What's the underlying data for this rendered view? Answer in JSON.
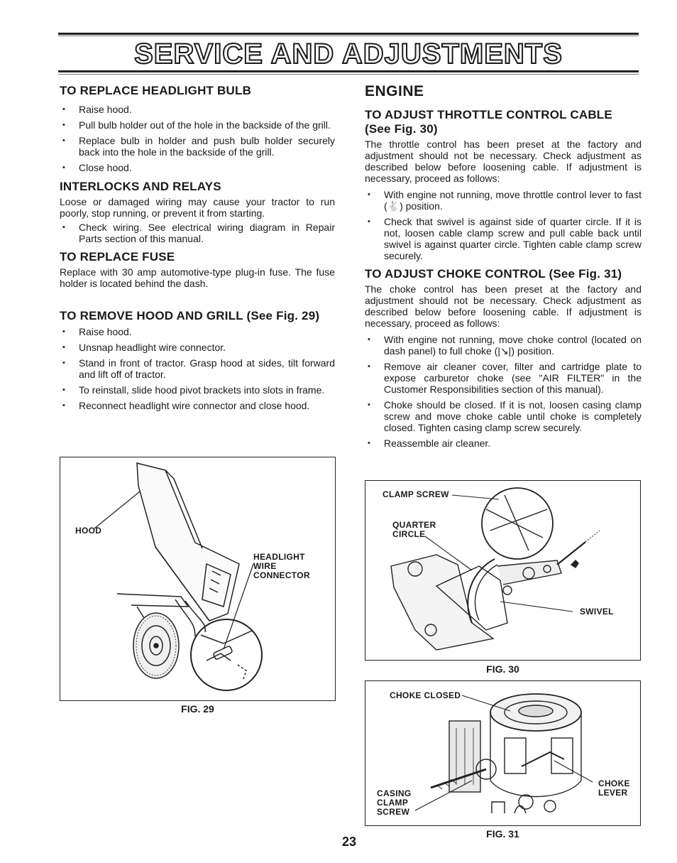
{
  "header": {
    "title": "SERVICE AND ADJUSTMENTS"
  },
  "left_column": {
    "headlight": {
      "heading": "TO REPLACE HEADLIGHT BULB",
      "bullets": [
        "Raise hood.",
        "Pull bulb holder out of the hole in the backside of the grill.",
        "Replace bulb in holder and push bulb holder securely back into the hole in the backside of the grill.",
        "Close hood."
      ]
    },
    "interlocks": {
      "heading": "INTERLOCKS AND RELAYS",
      "paragraph": "Loose or damaged wiring may cause your tractor to run poorly, stop running, or prevent it from starting.",
      "bullets": [
        "Check wiring. See electrical wiring diagram in Repair Parts section of this manual."
      ]
    },
    "fuse": {
      "heading": "TO REPLACE FUSE",
      "paragraph": "Replace with 30 amp automotive-type plug-in fuse. The fuse holder is located behind the dash."
    },
    "hood": {
      "heading": "TO REMOVE HOOD AND GRILL (See Fig. 29)",
      "bullets": [
        "Raise hood.",
        "Unsnap headlight wire connector.",
        "Stand in front of tractor. Grasp hood at sides, tilt forward and lift off of tractor.",
        "To reinstall, slide hood pivot brackets into slots in frame.",
        "Reconnect headlight wire connector and close hood."
      ]
    }
  },
  "right_column": {
    "engine_heading": "ENGINE",
    "throttle": {
      "heading": "TO ADJUST THROTTLE CONTROL CABLE (See Fig. 30)",
      "paragraph": "The throttle control has been preset at the factory and adjustment should not be necessary. Check adjustment as described below before loosening cable. If adjustment is necessary, proceed as follows:",
      "bullets": [
        "With engine not running, move throttle control lever to fast (🐇) position.",
        "Check that swivel is against side of quarter circle. If it is not, loosen cable clamp screw and pull cable back until swivel is against quarter circle. Tighten cable clamp screw securely."
      ]
    },
    "choke": {
      "heading": "TO ADJUST CHOKE CONTROL (See Fig. 31)",
      "paragraph": "The choke control has been preset at the factory and adjustment should not be necessary. Check adjustment as described below before loosening cable. If adjustment is necessary, proceed as follows:",
      "bullets": [
        "With engine not running, move choke control (located on dash panel) to full choke (|↘|) position.",
        "Remove air cleaner cover, filter and cartridge plate to expose carburetor choke (see \"AIR FILTER\" in the Customer Responsibilities section of this manual).",
        "Choke should be closed. If it is not, loosen casing clamp screw and move choke cable until choke is completely closed. Tighten casing clamp screw securely.",
        "Reassemble air cleaner."
      ]
    }
  },
  "figures": {
    "fig29": {
      "label": "FIG. 29",
      "callouts": {
        "hood": "HOOD",
        "connector_1": "HEADLIGHT",
        "connector_2": "WIRE",
        "connector_3": "CONNECTOR"
      }
    },
    "fig30": {
      "label": "FIG. 30",
      "callouts": {
        "clamp_screw": "CLAMP SCREW",
        "quarter_1": "QUARTER",
        "quarter_2": "CIRCLE",
        "swivel": "SWIVEL"
      }
    },
    "fig31": {
      "label": "FIG. 31",
      "callouts": {
        "choke_closed": "CHOKE CLOSED",
        "casing_1": "CASING",
        "casing_2": "CLAMP",
        "casing_3": "SCREW",
        "lever_1": "CHOKE",
        "lever_2": "LEVER"
      }
    }
  },
  "page_number": "23"
}
